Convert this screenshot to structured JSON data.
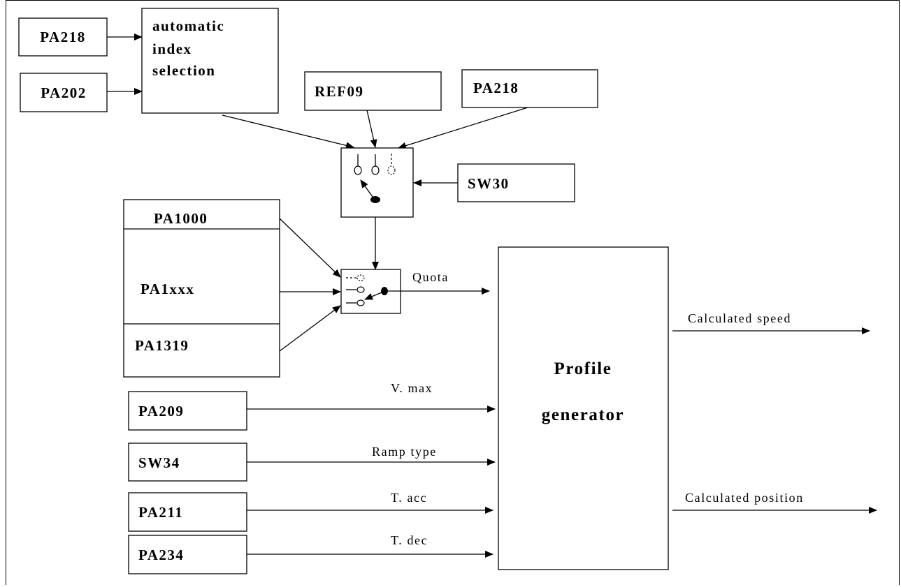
{
  "blocks": {
    "pa218_top": "PA218",
    "pa202": "PA202",
    "auto_index_line1": "automatic",
    "auto_index_line2": "index",
    "auto_index_line3": "selection",
    "ref09": "REF09",
    "pa218_right": "PA218",
    "sw30": "SW30",
    "pa1000": "PA1000",
    "pa1xxx": "PA1xxx",
    "pa1319": "PA1319",
    "pa209": "PA209",
    "sw34": "SW34",
    "pa211": "PA211",
    "pa234": "PA234",
    "profile_line1": "Profile",
    "profile_line2": "generator"
  },
  "signals": {
    "quota": "Quota",
    "vmax": "V. max",
    "ramp_type": "Ramp type",
    "t_acc": "T. acc",
    "t_dec": "T. dec",
    "calculated_speed": "Calculated speed",
    "calculated_position": "Calculated position"
  }
}
